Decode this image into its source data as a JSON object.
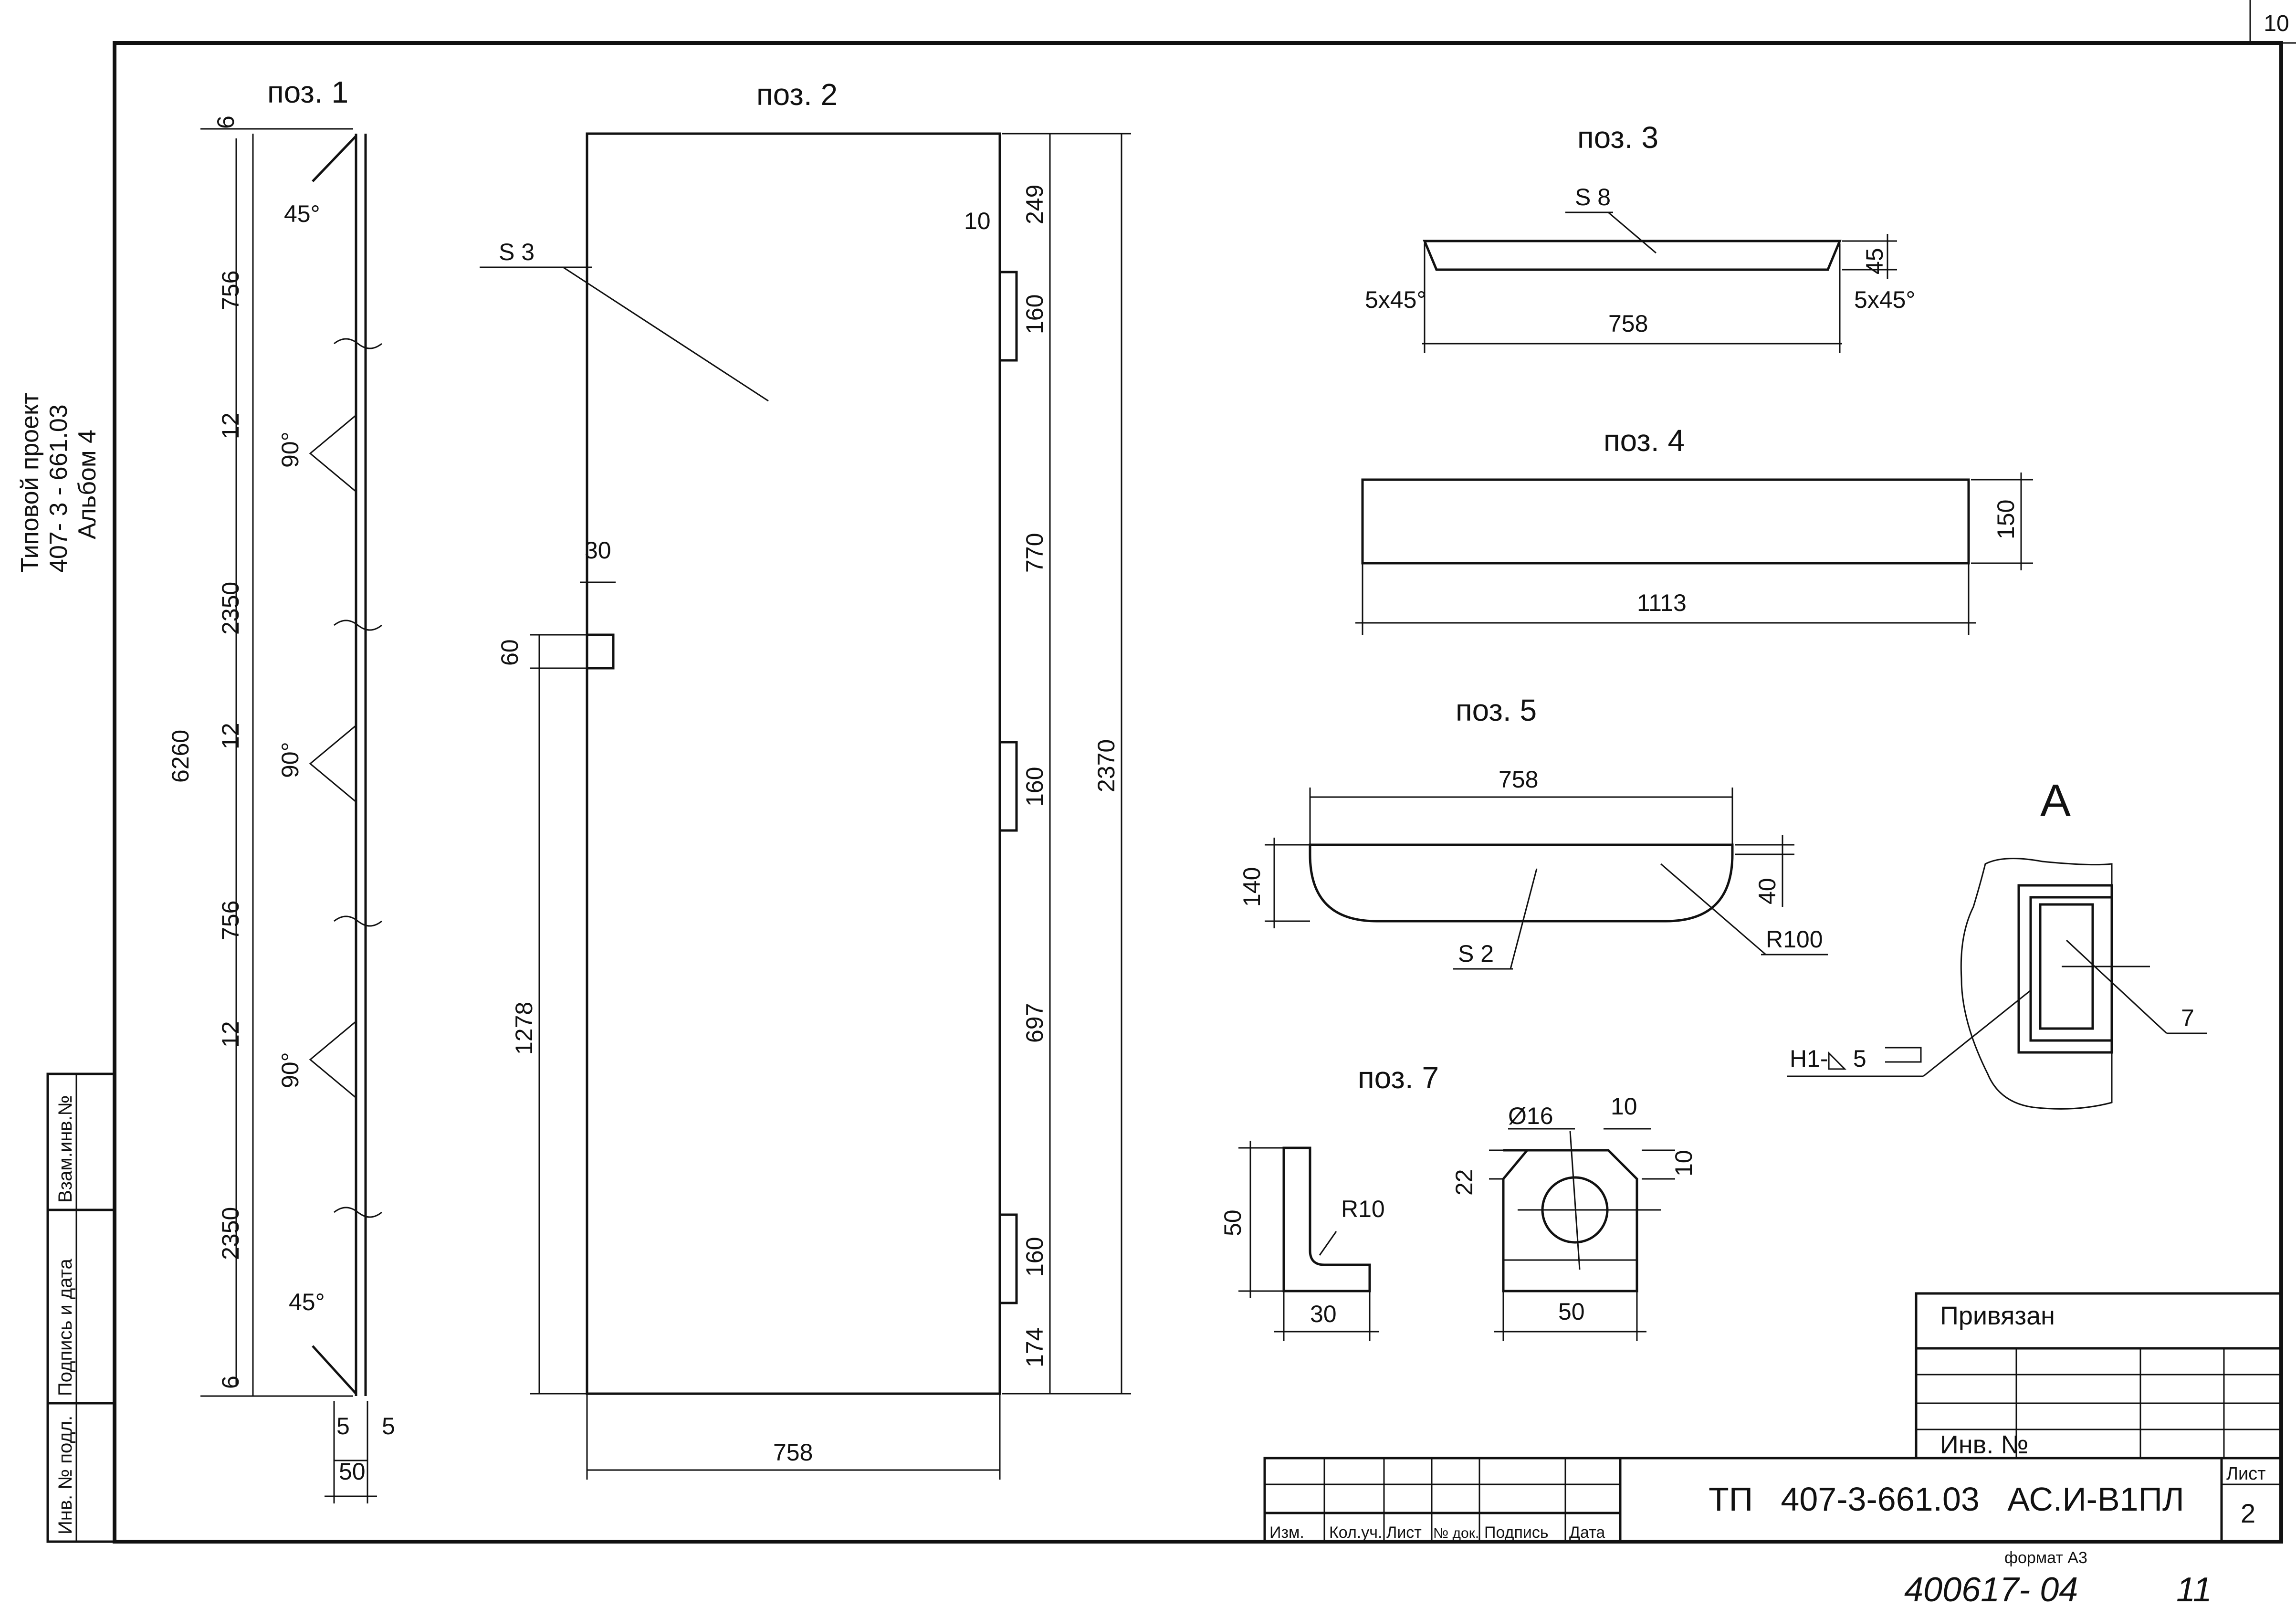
{
  "sheet_corner": "10",
  "side_stamp": {
    "line1": "Типовой проект",
    "line2": "407- 3 - 661.03",
    "line3": "Альбом 4"
  },
  "side_table": {
    "inv_orig": "Инв. № подл.",
    "sign_date": "Подпись и дата",
    "vzam": "Взам.инв.№"
  },
  "pos1": {
    "title": "поз. 1",
    "dims": {
      "top6": "6",
      "d756a": "756",
      "d12a": "12",
      "d2350a": "2350",
      "d12b": "12",
      "d756b": "756",
      "d12c": "12",
      "d2350b": "2350",
      "bot6": "6",
      "total": "6260",
      "w5a": "5",
      "w5b": "5",
      "w50": "50"
    },
    "angles": {
      "a45top": "45°",
      "a90a": "90°",
      "a90b": "90°",
      "a90c": "90°",
      "a45bot": "45°"
    }
  },
  "pos2": {
    "title": "поз. 2",
    "thickness": "S 3",
    "dims": {
      "d10": "10",
      "d249": "249",
      "d160a": "160",
      "d770": "770",
      "d160b": "160",
      "d697": "697",
      "d160c": "160",
      "d174": "174",
      "d2370": "2370",
      "d30": "30",
      "d60": "60",
      "d1278": "1278",
      "d758": "758"
    }
  },
  "pos3": {
    "title": "поз. 3",
    "thickness": "S 8",
    "dims": {
      "len": "758",
      "h45": "45",
      "ch_left": "5x45°",
      "ch_right": "5x45°"
    }
  },
  "pos4": {
    "title": "поз. 4",
    "dims": {
      "len": "1113",
      "h": "150"
    }
  },
  "pos5": {
    "title": "поз. 5",
    "thickness": "S 2",
    "dims": {
      "len": "758",
      "h140": "140",
      "h40": "40",
      "r": "R100"
    }
  },
  "pos7": {
    "title": "поз. 7",
    "dims": {
      "h50": "50",
      "w30": "30",
      "r10": "R10",
      "dia": "Ø16",
      "d10a": "10",
      "d10b": "10",
      "d22": "22",
      "w50": "50"
    }
  },
  "detail_a": {
    "label": "А",
    "weld": "Н1-◺ 5",
    "callout": "7"
  },
  "title_block": {
    "privyazan": "Привязан",
    "inv_no": "Инв. №",
    "designation": "ТП   407-3-661.03   АС.И-В1ПЛ",
    "sheet_label": "Лист",
    "sheet_no": "2",
    "cols": [
      "Изм.",
      "Кол.уч.",
      "Лист",
      "№ док.",
      "Подпись",
      "Дата"
    ]
  },
  "format": "формат А3",
  "handwritten": {
    "number": "400617- 04",
    "page": "11"
  }
}
